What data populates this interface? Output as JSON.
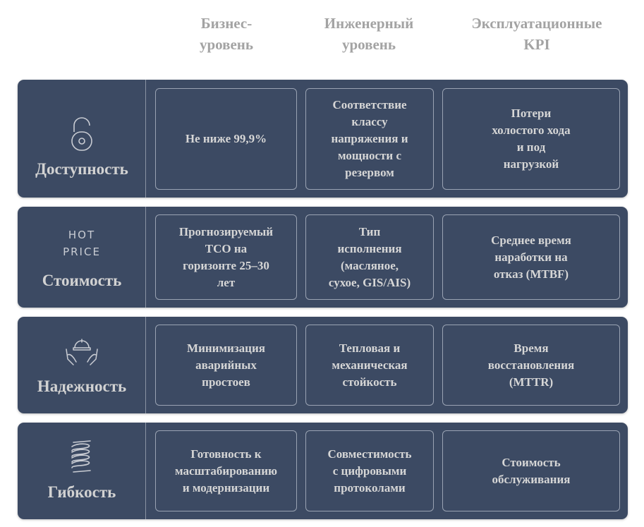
{
  "columns": [
    {
      "label": "Бизнес-\nуровень"
    },
    {
      "label": "Инженерный\nуровень"
    },
    {
      "label": "Эксплуатационные\nKPI"
    }
  ],
  "rows": [
    {
      "title": "Доступность",
      "icon": "padlock-icon",
      "cells": [
        "Не ниже 99,9%",
        "Соответствие\nклассу\nнапряжения и\nмощности с\nрезервом",
        "Потери\nхолостого хода\nи под\nнагрузкой"
      ]
    },
    {
      "title": "Стоимость",
      "icon": "hot-price-icon",
      "icon_text": [
        "HOT",
        "PRICE"
      ],
      "cells": [
        "Прогнозируемый\nTCO на\nгоризонте 25–30\nлет",
        "Тип\nисполнения\n(масляное,\nсухое, GIS/AIS)",
        "Среднее время\nнаработки на\nотказ (MTBF)"
      ]
    },
    {
      "title": "Надежность",
      "icon": "hands-helmet-icon",
      "cells": [
        "Минимизация\nаварийных\nпростоев",
        "Тепловая и\nмеханическая\nстойкость",
        "Время\nвосстановления\n(MTTR)"
      ]
    },
    {
      "title": "Гибкость",
      "icon": "spring-icon",
      "cells": [
        "Готовность к\nмасштабированию\nи модернизации",
        "Совместимость\nс цифровыми\nпротоколами",
        "Стоимость\nобслуживания"
      ]
    }
  ],
  "colors": {
    "row_bg": "#3c4a63",
    "header_text": "#a3a3a3",
    "cell_text": "#d6d6d6"
  }
}
